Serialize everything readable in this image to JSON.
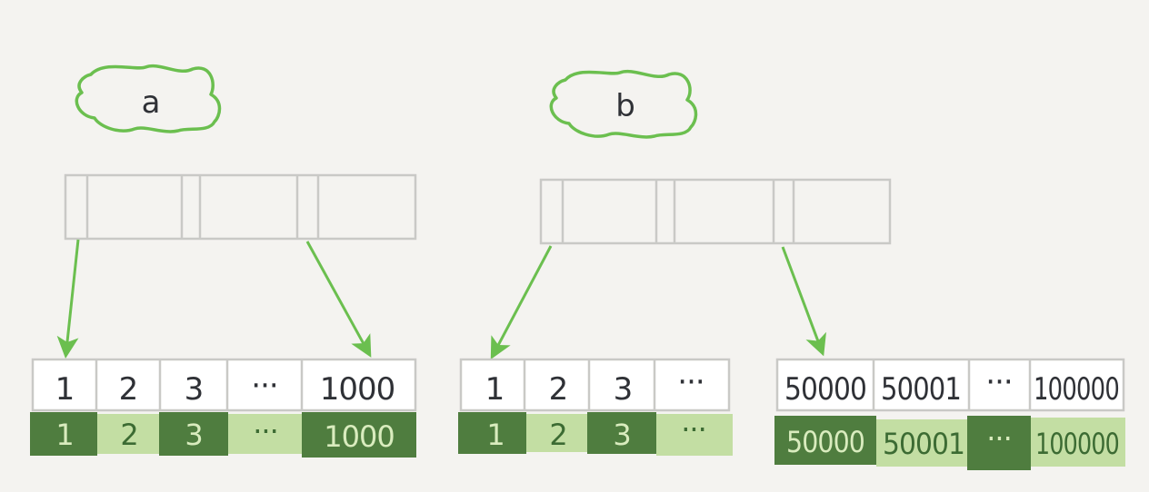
{
  "colors": {
    "background": "#f4f3f0",
    "outline": "#c9c9c6",
    "cloud_stroke": "#6bbf4f",
    "arrow": "#6bbf4f",
    "dark_green": "#4f7d3f",
    "light_green": "#c3dea3",
    "key_text": "#2f3136",
    "light_text": "#d9ecbe"
  },
  "indexes": [
    {
      "name": "a",
      "leaf": {
        "keys": [
          "1",
          "2",
          "3",
          "···",
          "1000"
        ],
        "values": [
          "1",
          "2",
          "3",
          "···",
          "1000"
        ],
        "value_shades": [
          "dark",
          "light",
          "dark",
          "light",
          "dark"
        ]
      }
    },
    {
      "name": "b",
      "leaves": [
        {
          "keys": [
            "1",
            "2",
            "3",
            "···"
          ],
          "values": [
            "1",
            "2",
            "3",
            "···"
          ],
          "value_shades": [
            "dark",
            "light",
            "dark",
            "light"
          ]
        },
        {
          "keys": [
            "50000",
            "50001",
            "···",
            "100000"
          ],
          "values": [
            "50000",
            "50001",
            "···",
            "100000"
          ],
          "value_shades": [
            "dark",
            "light",
            "dark",
            "light"
          ]
        }
      ]
    }
  ]
}
